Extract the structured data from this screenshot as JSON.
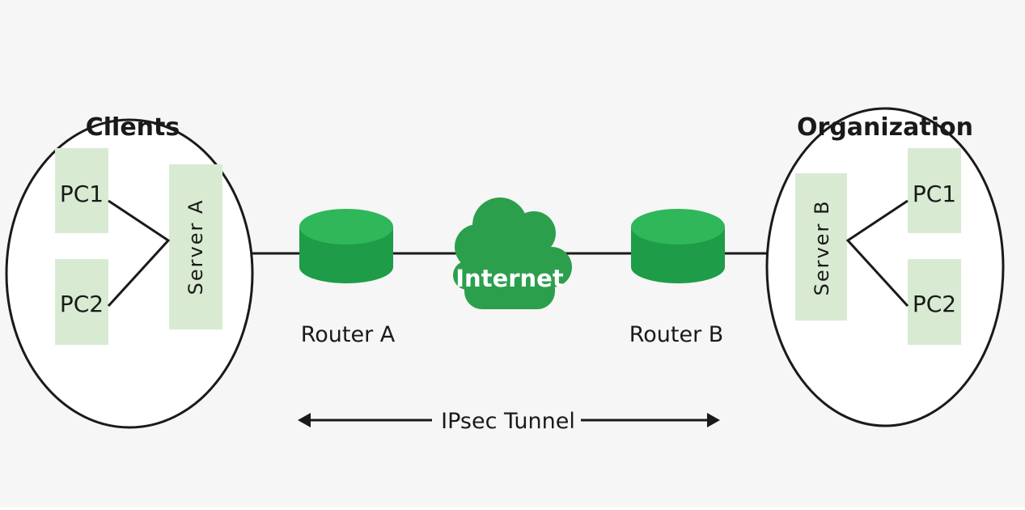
{
  "colors": {
    "background": "#f5f6f5",
    "box_fill": "#d8ebd2",
    "router_green": "#1e9c48",
    "router_top": "#2fb75a",
    "cloud_green": "#2c9f4c",
    "line": "#1a1a1a"
  },
  "clients": {
    "title": "Clients",
    "pc1": "PC1",
    "pc2": "PC2",
    "server": "Server A"
  },
  "organization": {
    "title": "Organization",
    "pc1": "PC1",
    "pc2": "PC2",
    "server": "Server B"
  },
  "router_a": {
    "label": "Router A",
    "icon": "router-icon"
  },
  "router_b": {
    "label": "Router B",
    "icon": "router-icon"
  },
  "internet": {
    "label": "Internet",
    "icon": "cloud-icon"
  },
  "tunnel": {
    "label": "IPsec Tunnel",
    "icon": "double-arrow-icon"
  }
}
